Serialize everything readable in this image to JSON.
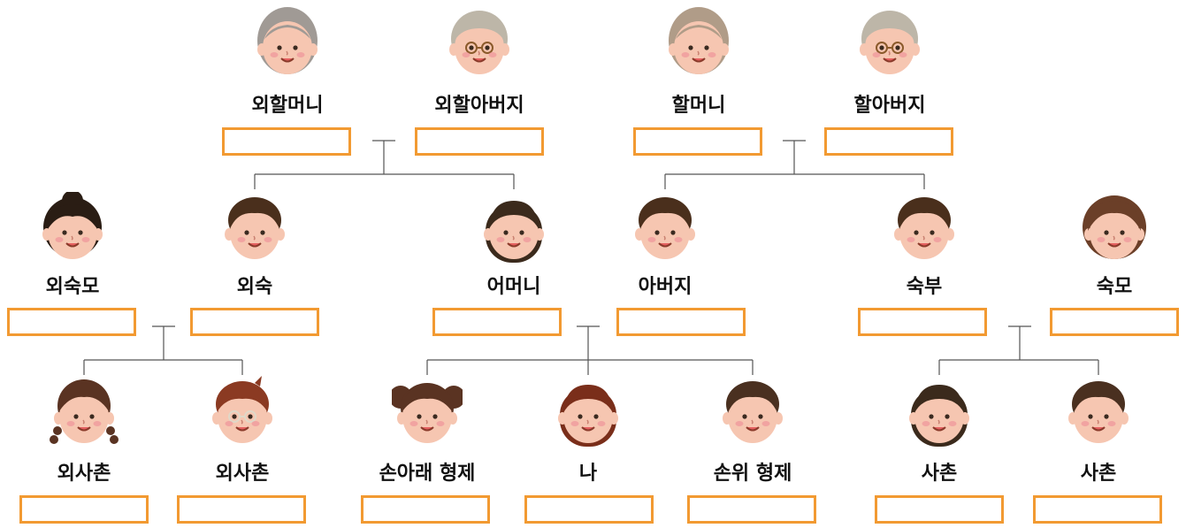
{
  "colors": {
    "box_border": "#f29a32",
    "line": "#555555"
  },
  "people": {
    "maternal_grandmother": {
      "label": "외할머니",
      "icon": "grandmother-gray-bun-icon",
      "answer": ""
    },
    "maternal_grandfather": {
      "label": "외할아버지",
      "icon": "grandfather-glasses-icon",
      "answer": ""
    },
    "paternal_grandmother": {
      "label": "할머니",
      "icon": "grandmother-curly-icon",
      "answer": ""
    },
    "paternal_grandfather": {
      "label": "할아버지",
      "icon": "grandfather-glasses-icon",
      "answer": ""
    },
    "maternal_aunt": {
      "label": "외숙모",
      "icon": "woman-bun-icon",
      "answer": ""
    },
    "maternal_uncle": {
      "label": "외숙",
      "icon": "man-short-hair-icon",
      "answer": ""
    },
    "mother": {
      "label": "어머니",
      "icon": "woman-long-hair-icon",
      "answer": ""
    },
    "father": {
      "label": "아버지",
      "icon": "man-short-hair-icon",
      "answer": ""
    },
    "paternal_uncle": {
      "label": "숙부",
      "icon": "man-short-hair-icon",
      "answer": ""
    },
    "paternal_aunt": {
      "label": "숙모",
      "icon": "woman-bob-icon",
      "answer": ""
    },
    "maternal_cousin_girl": {
      "label": "외사촌",
      "icon": "girl-braids-icon",
      "answer": ""
    },
    "maternal_cousin_boy": {
      "label": "외사촌",
      "icon": "boy-glasses-icon",
      "answer": ""
    },
    "younger_sibling": {
      "label": "손아래 형제",
      "icon": "girl-pigtail-buns-icon",
      "answer": ""
    },
    "me": {
      "label": "나",
      "icon": "girl-bangs-icon",
      "answer": ""
    },
    "older_sibling": {
      "label": "손위 형제",
      "icon": "boy-short-hair-icon",
      "answer": ""
    },
    "paternal_cousin_girl": {
      "label": "사촌",
      "icon": "girl-long-hair-icon",
      "answer": ""
    },
    "paternal_cousin_boy": {
      "label": "사촌",
      "icon": "boy-short-hair-icon",
      "answer": ""
    }
  }
}
